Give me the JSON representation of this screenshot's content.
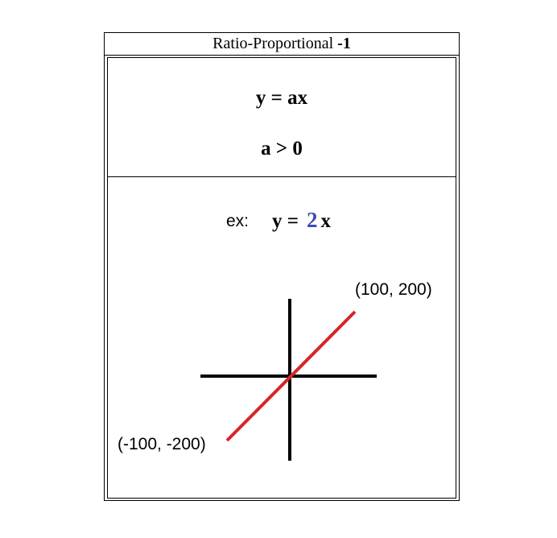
{
  "header": {
    "title_text": "Ratio-Proportional",
    "title_suffix": "-1"
  },
  "rule": {
    "equation": "y = ax",
    "condition": "a > 0"
  },
  "example": {
    "label": "ex:",
    "eq_prefix": "y =",
    "coefficient": "2",
    "variable": "x"
  },
  "graph": {
    "line_color": "#d9232b",
    "axis_color": "#000000",
    "point_top": "(100, 200)",
    "point_bottom": "(-100, -200)"
  }
}
